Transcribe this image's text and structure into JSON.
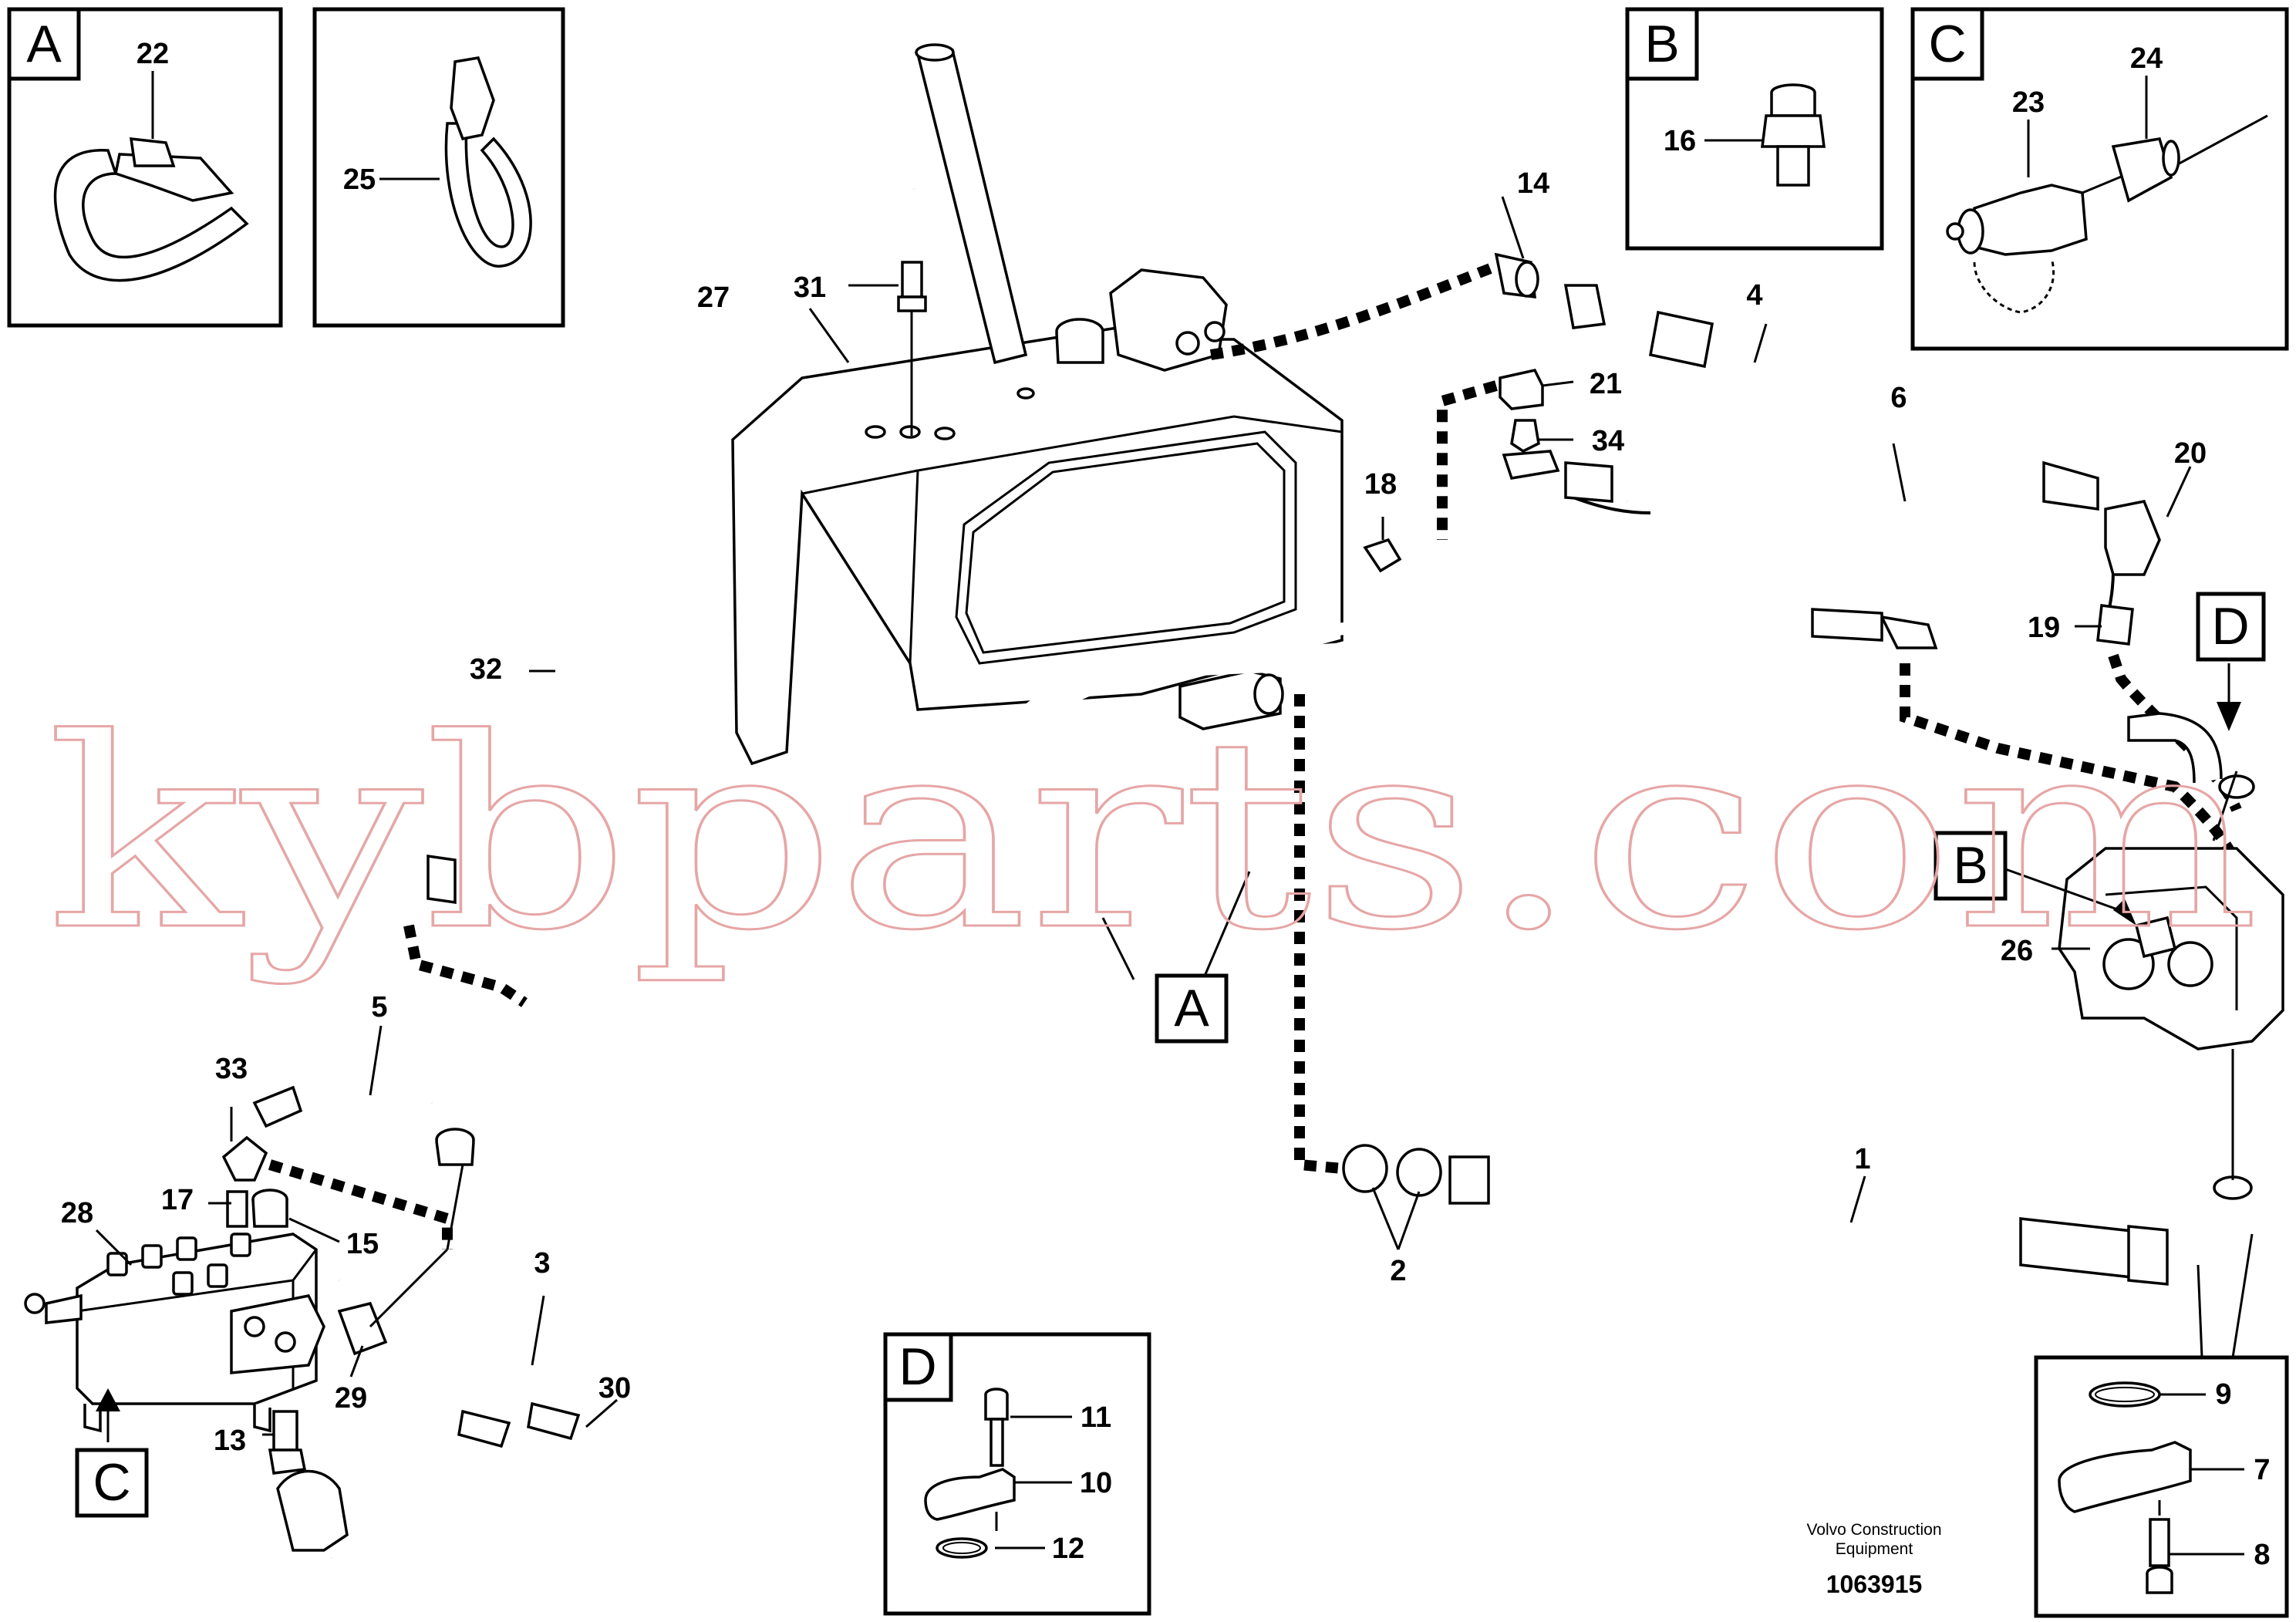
{
  "watermark": "kybparts.com",
  "footer": {
    "maker_line1": "Volvo Construction",
    "maker_line2": "Equipment",
    "drawing_number": "1063915"
  },
  "detail_views": {
    "A": {
      "letter": "A",
      "callouts": [
        "22",
        "25"
      ]
    },
    "B": {
      "letter": "B",
      "callouts": [
        "16"
      ]
    },
    "C": {
      "letter": "C",
      "callouts": [
        "23",
        "24"
      ]
    },
    "D": {
      "letter": "D",
      "callouts": [
        "11",
        "10",
        "12"
      ]
    },
    "E": {
      "callouts": [
        "9",
        "7",
        "8"
      ]
    }
  },
  "view_refs": {
    "A_main": "A",
    "B_pump": "B",
    "C_valve": "C",
    "D_elbow": "D"
  },
  "callouts": {
    "c1": "1",
    "c2": "2",
    "c3": "3",
    "c4": "4",
    "c5": "5",
    "c6": "6",
    "c13": "13",
    "c14": "14",
    "c15": "15",
    "c17": "17",
    "c18": "18",
    "c19": "19",
    "c20": "20",
    "c21": "21",
    "c26": "26",
    "c27": "27",
    "c28": "28",
    "c29": "29",
    "c30": "30",
    "c31": "31",
    "c32": "32",
    "c33": "33",
    "c34": "34"
  }
}
